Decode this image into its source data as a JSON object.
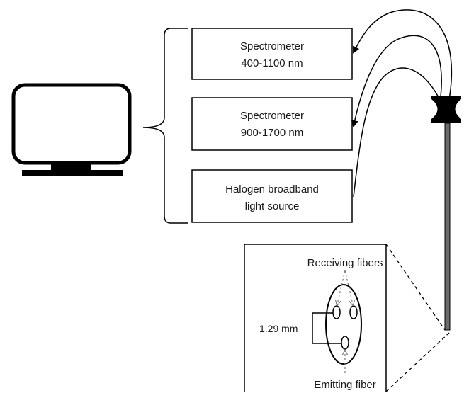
{
  "devices": [
    {
      "line1": "Spectrometer",
      "line2": "400-1100 nm"
    },
    {
      "line1": "Spectrometer",
      "line2": "900-1700 nm"
    },
    {
      "line1": "Halogen broadband",
      "line2": "light source"
    }
  ],
  "probe_detail": {
    "receiving_label": "Receiving fibers",
    "emitting_label": "Emitting fiber",
    "distance_label": "1.29 mm"
  },
  "icons": [
    "computer-monitor-icon",
    "probe-connector-icon"
  ],
  "colors": {
    "stroke": "#000000",
    "probe_shaft": "#6b6b6b",
    "dashed_arrows": "#7a7a7a"
  }
}
